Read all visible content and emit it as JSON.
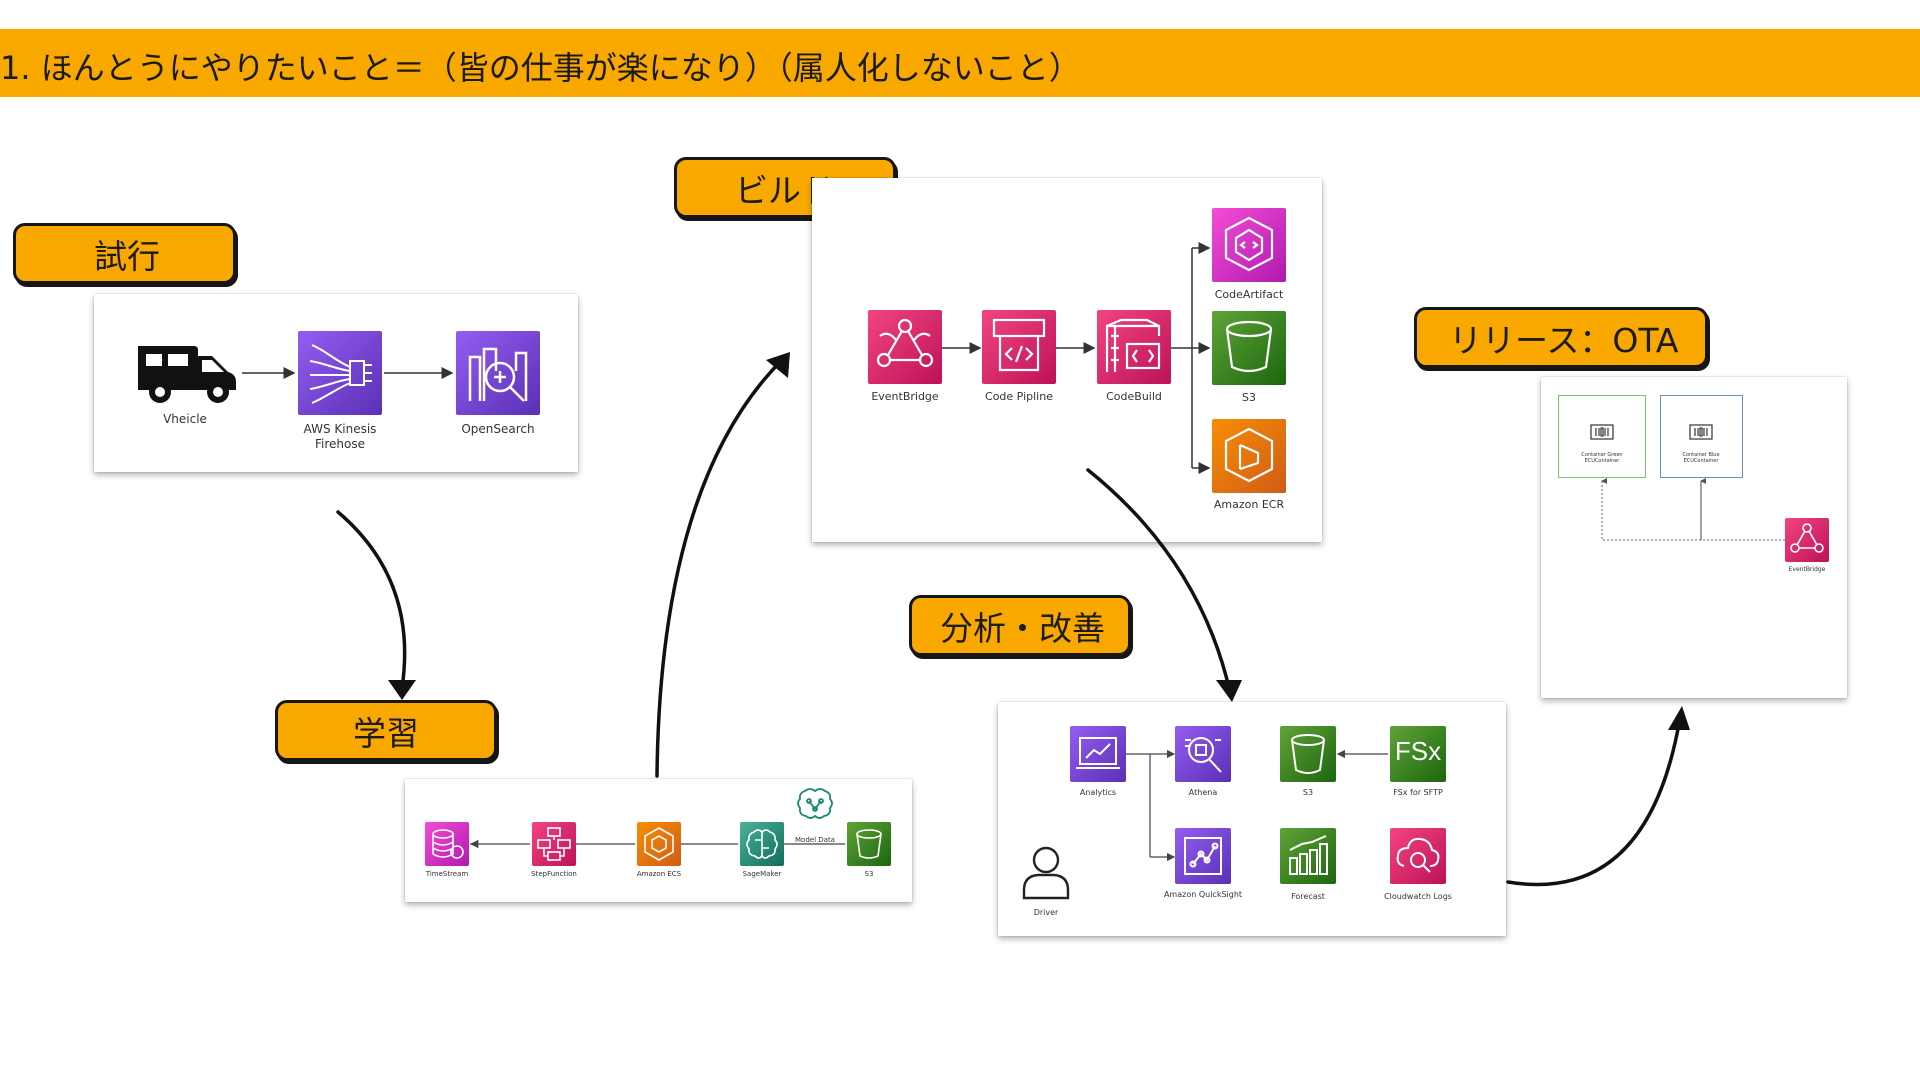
{
  "header": {
    "title": "1. ほんとうにやりたいこと＝（皆の仕事が楽になり）（属人化しないこと）"
  },
  "labels": {
    "trial": "試行",
    "learning": "学習",
    "build": "ビルド",
    "analysis": "分析・改善",
    "release": "リリース：OTA"
  },
  "trial_panel": {
    "vehicle": "Vheicle",
    "kinesis": "AWS Kinesis\nFirehose",
    "opensearch": "OpenSearch"
  },
  "learning_panel": {
    "timestream": "TimeStream",
    "stepfunction": "StepFunction",
    "ecs": "Amazon ECS",
    "sagemaker": "SageMaker",
    "model_data": "Model Data",
    "s3": "S3"
  },
  "build_panel": {
    "eventbridge": "EventBridge",
    "pipeline": "Code Pipline",
    "codebuild": "CodeBuild",
    "codeartifact": "CodeArtifact",
    "s3": "S3",
    "ecr": "Amazon ECR"
  },
  "analysis_panel": {
    "analytics": "Analytics",
    "athena": "Athena",
    "s3": "S3",
    "fsx_tile": "FSx",
    "fsx": "FSx for SFTP",
    "quicksight": "Amazon QuickSight",
    "forecast": "Forecast",
    "cloudwatch": "Cloudwatch Logs",
    "driver": "Driver"
  },
  "release_panel": {
    "green": "Container Green\nECUContainer",
    "blue": "Container Blue\nECUContainer",
    "eventbridge": "EventBridge"
  },
  "colors": {
    "accent": "#f9a800",
    "ink": "#161616"
  }
}
